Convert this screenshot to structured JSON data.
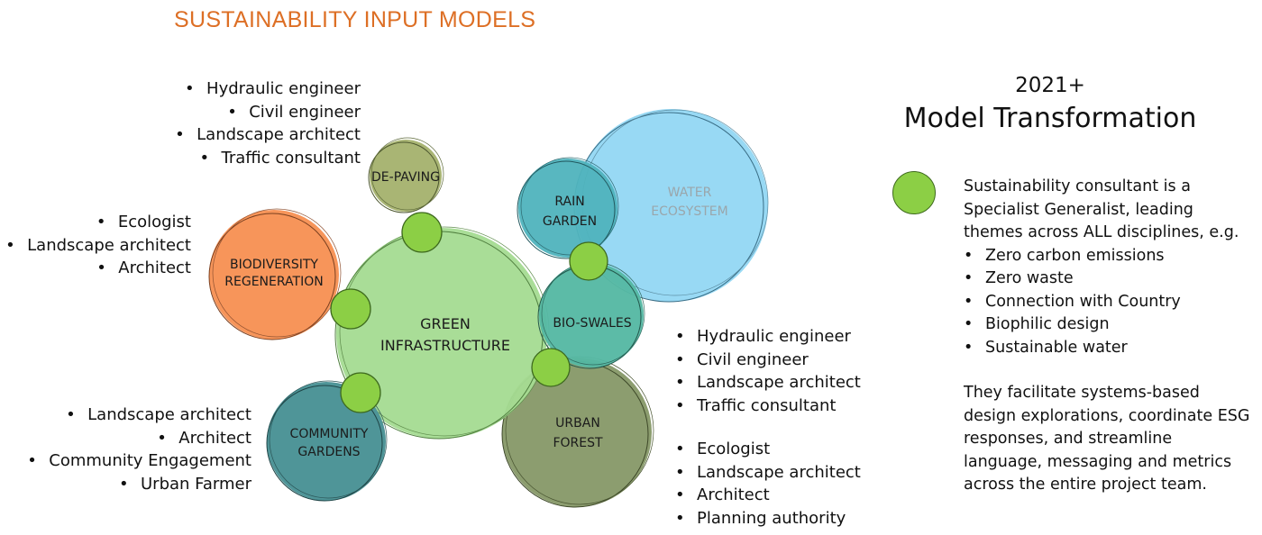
{
  "title": "SUSTAINABILITY INPUT MODELS",
  "bubbles": {
    "de_paving": "DE-PAVING",
    "biodiversity": [
      "BIODIVERSITY",
      "REGENERATION"
    ],
    "green_infrastructure": [
      "GREEN",
      "INFRASTRUCTURE"
    ],
    "rain_garden": [
      "RAIN",
      "GARDEN"
    ],
    "water_ecosystem": [
      "WATER",
      "ECOSYSTEM"
    ],
    "bio_swales": "BIO-SWALES",
    "community_gardens": [
      "COMMUNITY",
      "GARDENS"
    ],
    "urban_forest": [
      "URBAN",
      "FOREST"
    ]
  },
  "role_lists": {
    "de_paving": [
      "Hydraulic engineer",
      "Civil engineer",
      "Landscape architect",
      "Traffic consultant"
    ],
    "biodiversity": [
      "Ecologist",
      "Landscape architect",
      "Architect"
    ],
    "community_gardens": [
      "Landscape architect",
      "Architect",
      "Community Engagement",
      "Urban Farmer"
    ],
    "bio_swales": [
      "Hydraulic engineer",
      "Civil engineer",
      "Landscape architect",
      "Traffic consultant"
    ],
    "urban_forest": [
      "Ecologist",
      "Landscape architect",
      "Architect",
      "Planning authority"
    ]
  },
  "panel": {
    "year": "2021+",
    "heading": "Model Transformation",
    "legend_lines": [
      "Sustainability consultant is a",
      "Specialist Generalist, leading",
      "themes across ALL disciplines, e.g."
    ],
    "themes": [
      "Zero carbon emissions",
      "Zero waste",
      "Connection with Country",
      "Biophilic design",
      "Sustainable water"
    ],
    "paragraph_lines": [
      "They facilitate systems-based",
      "design explorations, coordinate ESG",
      "responses, and streamline",
      "language, messaging and metrics",
      "across the entire project team."
    ]
  },
  "colors": {
    "title": "#dd6f25",
    "green_infrastructure": "#a6dc93",
    "biodiversity": "#f7955a",
    "de_paving": "#a9b574",
    "rain_garden": "#4fb3bd",
    "water_ecosystem": "#8fd6f3",
    "bio_swales": "#55b8a3",
    "community_gardens": "#4f9598",
    "urban_forest": "#889a6a",
    "connector_node": "#8ccf45"
  }
}
